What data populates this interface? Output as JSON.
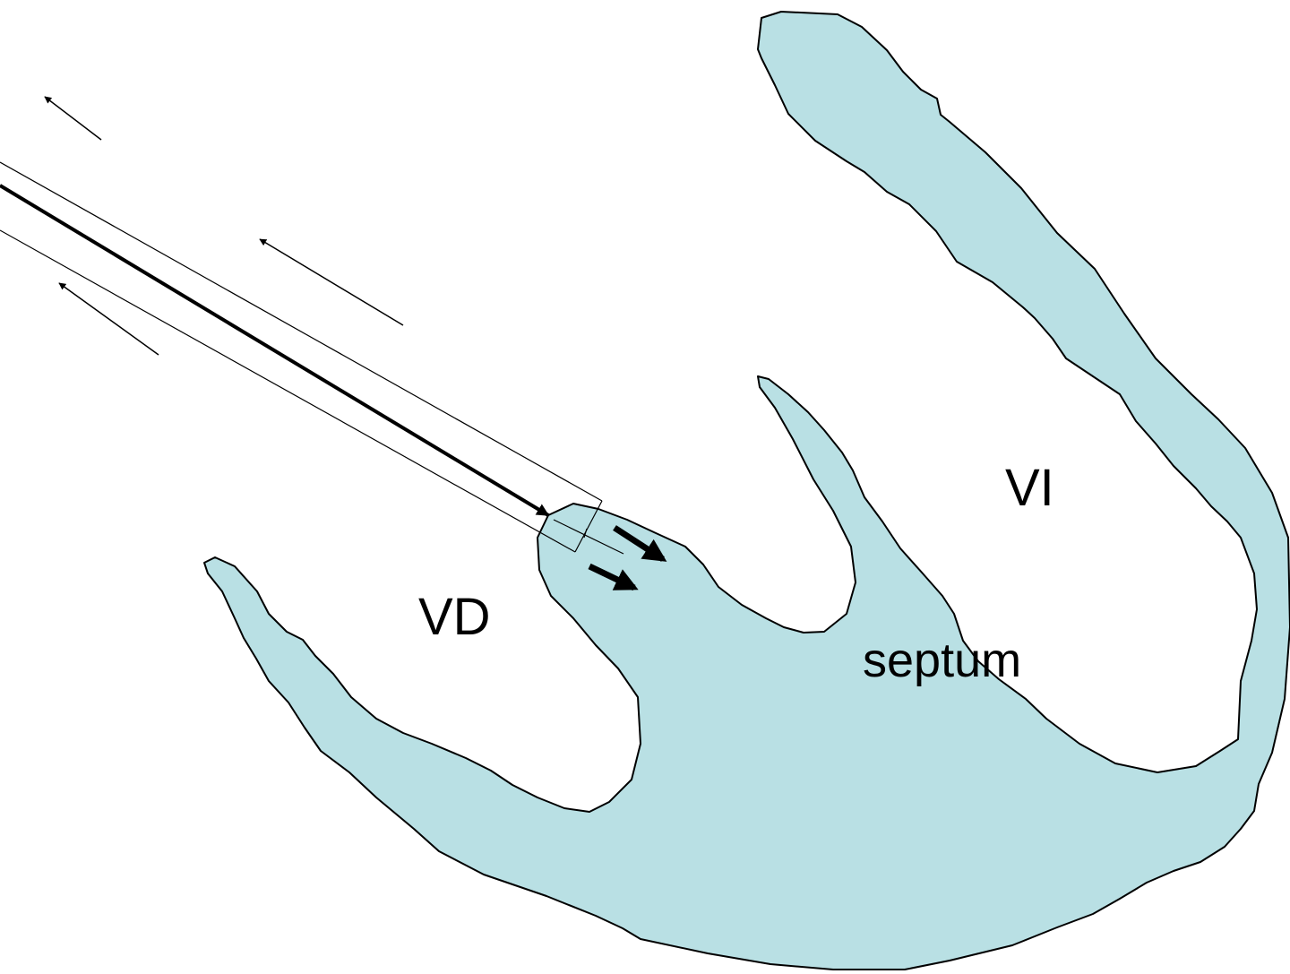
{
  "labels": {
    "vd": "VD",
    "vi": "VI",
    "septum": "septum"
  },
  "colors": {
    "tissue_fill": "#b9e0e4",
    "outline": "#000000",
    "background": "#ffffff"
  }
}
